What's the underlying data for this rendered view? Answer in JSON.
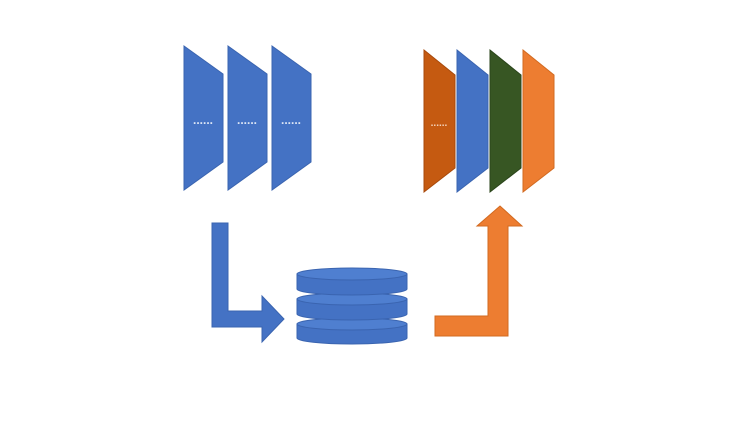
{
  "diagram": {
    "colors": {
      "blue": "#4472c4",
      "blue_stroke": "#3a64b0",
      "dark_orange": "#c55a11",
      "green": "#375623",
      "orange": "#ed7d31",
      "orange_stroke": "#d26a20",
      "ellipsis": "#dde6f5"
    },
    "left_stack": {
      "segments": [
        {
          "label": "......",
          "fill_key": "blue"
        },
        {
          "label": "......",
          "fill_key": "blue"
        },
        {
          "label": "......",
          "fill_key": "blue"
        }
      ]
    },
    "right_stack": {
      "segments": [
        {
          "label": "......",
          "fill_key": "dark_orange"
        },
        {
          "label": "",
          "fill_key": "blue"
        },
        {
          "label": "",
          "fill_key": "green"
        },
        {
          "label": "",
          "fill_key": "orange"
        }
      ]
    },
    "database": {
      "icon": "database-icon",
      "layers": 3
    },
    "arrows": [
      {
        "name": "down-right-arrow",
        "direction": "down-then-right",
        "fill_key": "blue"
      },
      {
        "name": "right-up-arrow",
        "direction": "right-then-up",
        "fill_key": "orange"
      }
    ]
  }
}
